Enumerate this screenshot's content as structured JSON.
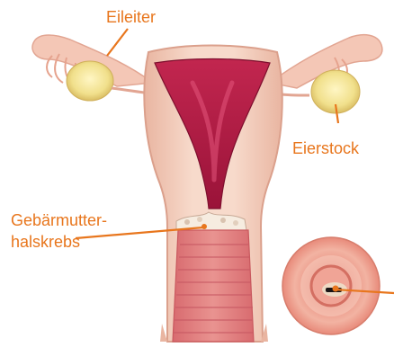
{
  "labels": {
    "fallopian_tube": "Eileiter",
    "ovary": "Eierstock",
    "cervical_cancer_line1": "Gebärmutter-",
    "cervical_cancer_line2": "halskrebs"
  },
  "colors": {
    "label_text": "#e8761d",
    "leader_line": "#e8761d",
    "tissue_outer": "#f3cdbc",
    "tissue_edge": "#e2a592",
    "cavity_dark": "#a3173f",
    "cavity_mid": "#d44a6e",
    "ovary": "#f1e08c"
  }
}
